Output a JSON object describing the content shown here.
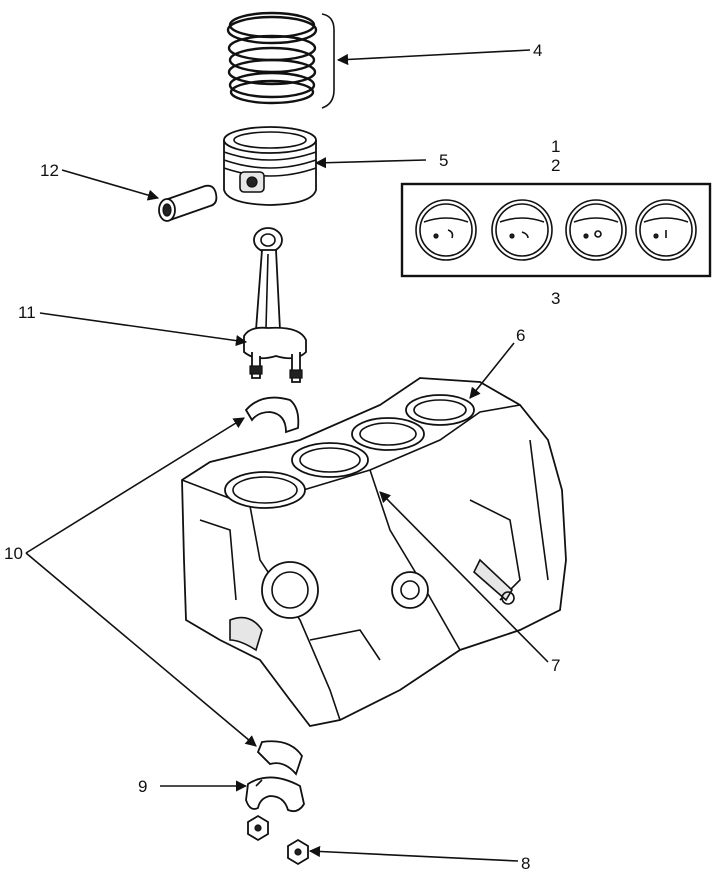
{
  "callouts": {
    "c1": "1",
    "c2": "2",
    "c3": "3",
    "c4": "4",
    "c5": "5",
    "c6": "6",
    "c7": "7",
    "c8": "8",
    "c9": "9",
    "c10": "10",
    "c11": "11",
    "c12": "12"
  }
}
